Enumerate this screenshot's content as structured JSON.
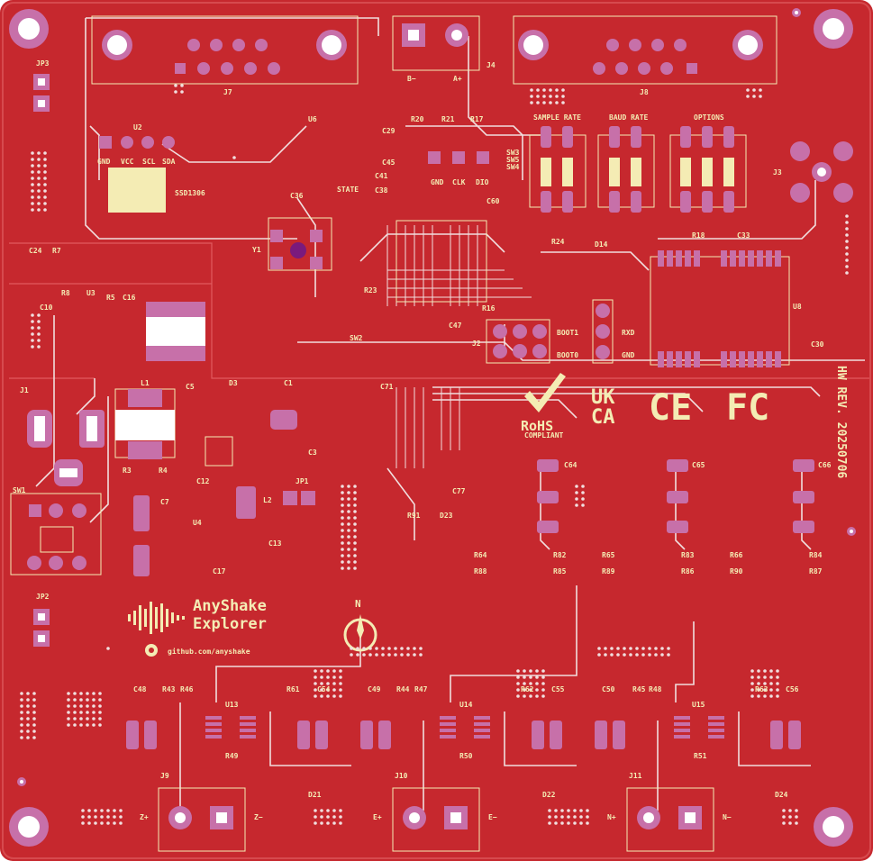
{
  "board": {
    "colors": {
      "copper": "#c6282e",
      "copper_dark": "#b12126",
      "pad": "#c770a9",
      "trace": "#f1dede",
      "silkscreen": "#f4ecb4"
    },
    "branding": {
      "product_line1": "AnyShake",
      "product_line2": "Explorer",
      "url": "github.com/anyshake",
      "revision": "HW REV. 20250706",
      "compass": "N"
    },
    "certifications": {
      "rohs": "RoHS",
      "rohs_sub": "COMPLIANT",
      "ukca_top": "UK",
      "ukca_bottom": "CA",
      "ce": "CE",
      "fcc": "FC"
    },
    "switch_labels": {
      "sample_rate": "SAMPLE RATE",
      "baud_rate": "BAUD RATE",
      "options": "OPTIONS"
    },
    "oled_pins": [
      "GND",
      "VCC",
      "SCL",
      "SDA"
    ],
    "swd_pins": [
      "GND",
      "CLK",
      "DIO"
    ],
    "uart_labels": [
      "RXD",
      "GND"
    ],
    "boot_labels": [
      "BOOT1",
      "BOOT0"
    ],
    "terminals": {
      "battery": [
        "B−",
        "A+"
      ],
      "z": [
        "Z+",
        "Z−"
      ],
      "e": [
        "E+",
        "E−"
      ],
      "n": [
        "N+",
        "N−"
      ]
    },
    "designators": {
      "connectors": [
        "J1",
        "J2",
        "J3",
        "J4",
        "J7",
        "J8",
        "J9",
        "J10",
        "J11",
        "JP1",
        "JP2",
        "JP3"
      ],
      "ics": [
        "U2",
        "U3",
        "U4",
        "U6",
        "U8",
        "U13",
        "U14",
        "U15"
      ],
      "switches": [
        "SW1",
        "SW2",
        "SW3",
        "SW4",
        "SW5"
      ],
      "other": [
        "SSD1306",
        "STATE",
        "Y1",
        "L1",
        "L2",
        "D3",
        "D14",
        "D21",
        "D22",
        "D23",
        "D24"
      ],
      "caps": [
        "C1",
        "C3",
        "C5",
        "C7",
        "C10",
        "C12",
        "C13",
        "C16",
        "C17",
        "C24",
        "C29",
        "C30",
        "C33",
        "C36",
        "C38",
        "C41",
        "C45",
        "C47",
        "C48",
        "C49",
        "C50",
        "C54",
        "C55",
        "C56",
        "C60",
        "C64",
        "C65",
        "C66",
        "C71",
        "C77"
      ],
      "resistors": [
        "R3",
        "R4",
        "R5",
        "R7",
        "R8",
        "R16",
        "R17",
        "R18",
        "R20",
        "R21",
        "R23",
        "R24",
        "R43",
        "R44",
        "R45",
        "R46",
        "R47",
        "R48",
        "R49",
        "R50",
        "R51",
        "R61",
        "R62",
        "R63",
        "R64",
        "R65",
        "R66",
        "R82",
        "R83",
        "R84",
        "R85",
        "R86",
        "R87",
        "R88",
        "R89",
        "R90",
        "R91"
      ]
    }
  }
}
